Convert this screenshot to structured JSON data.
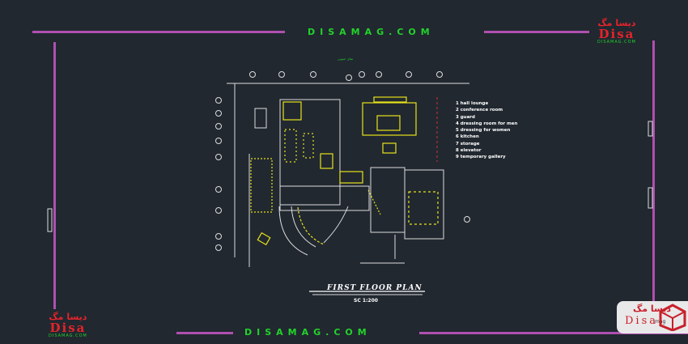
{
  "watermark_top": "DISAMAG.COM",
  "watermark_bottom": "DISAMAG.COM",
  "logo": {
    "fa": "دیسا مگ",
    "en": "Disa",
    "suffix": "mag",
    "url": "DISAMAG.COM"
  },
  "plan_subtitle": "نمای جنوبی",
  "plan_title": "FIRST FLOOR PLAN",
  "plan_scale": "SC 1:200",
  "legend": [
    "1 hall lounge",
    "2 conference room",
    "3 guard",
    "4 dressing room for men",
    "5 dressing for women",
    "6 kitchen",
    "7 storage",
    "8 elevator",
    "9 temporary gallery"
  ],
  "colors": {
    "frame": "#b04fb0",
    "cad_yellow": "#e8e21a",
    "watermark": "#22d32a",
    "logo_red": "#e5232a",
    "background": "#212830"
  }
}
